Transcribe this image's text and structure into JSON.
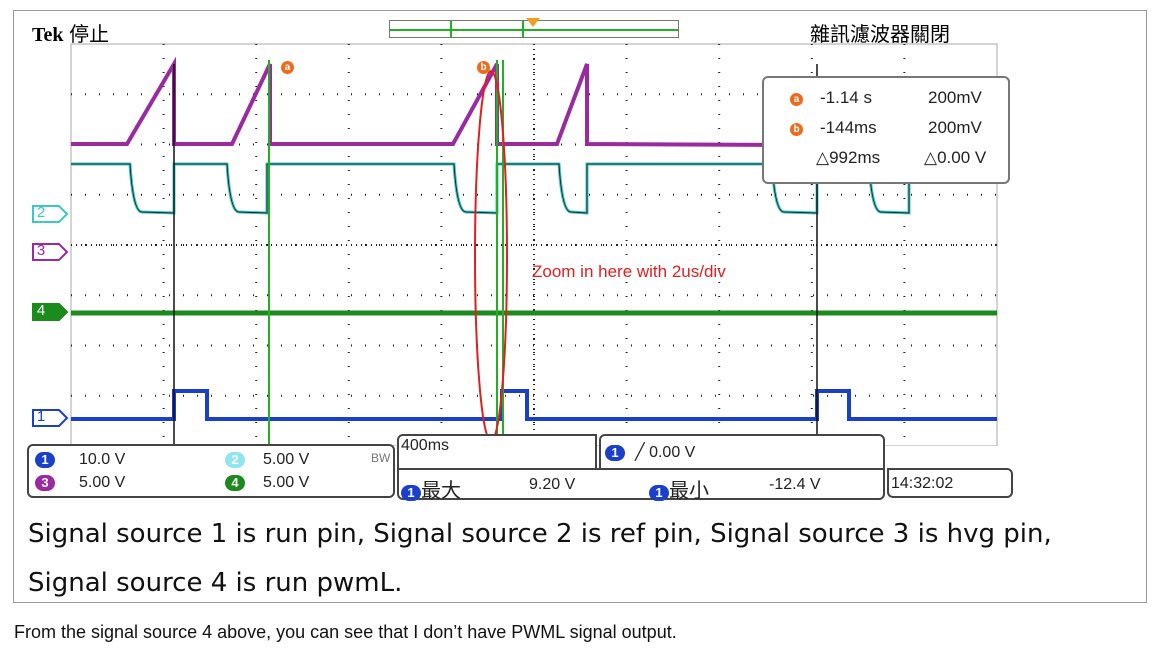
{
  "scope": {
    "brand": "Tek",
    "state": "停止",
    "noise_filter": "雜訊濾波器關閉",
    "channel_markers": [
      "2",
      "3",
      "4",
      "1"
    ],
    "cursor_labels": [
      "a",
      "b"
    ],
    "measurements": {
      "a": {
        "time": "-1.14 s",
        "volt": "200mV"
      },
      "b": {
        "time": "-144ms",
        "volt": "200mV"
      },
      "delta": {
        "time": "△992ms",
        "volt": "△0.00 V"
      }
    },
    "annotation": "Zoom in here with 2us/div",
    "settings": {
      "ch1_id": "1",
      "ch1_scale": "10.0 V",
      "ch2_id": "2",
      "ch2_scale": "5.00 V",
      "ch3_id": "3",
      "ch3_scale": "5.00 V",
      "ch4_id": "4",
      "ch4_scale": "5.00 V",
      "bw": "BW",
      "timebase": "400ms",
      "trigger_ch": "1",
      "trigger": "╱ 0.00 V",
      "max_ch": "1",
      "max_label": "最大",
      "max_value": "9.20 V",
      "min_ch": "1",
      "min_label": "最小",
      "min_value": "-12.4 V",
      "clock": "14:32:02"
    }
  },
  "caption": "Signal source 1 is run pin, Signal source 2 is ref pin, Signal source 3 is hvg pin, Signal source 4 is run pwmL.",
  "note": "From the signal source 4 above, you can see that I don’t have PWML signal output.",
  "colors": {
    "ch1": "#1a3fc8",
    "ch2": "#3cc8c8",
    "ch3": "#9a2aa0",
    "ch4": "#1c8a1c",
    "cursor": "#22b022",
    "marker": "#f06a1e",
    "annotation": "#e02020"
  }
}
